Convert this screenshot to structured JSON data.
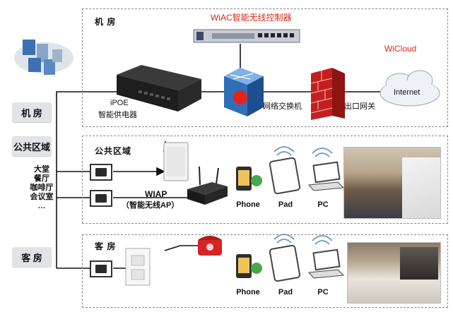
{
  "zones": {
    "machine_room": "机 房",
    "public_area": "公共区域",
    "guest_room": "客 房"
  },
  "sidebar": {
    "machine_room": "机 房",
    "public_area": "公共区域",
    "guest_room": "客 房",
    "areas": [
      "大堂",
      "餐厅",
      "咖啡厅",
      "会议室",
      "…"
    ]
  },
  "devices": {
    "controller": "WiAC智能无线控制器",
    "cloud_brand": "WiCloud",
    "internet": "Internet",
    "poe_line1": "iPOE",
    "poe_line2": "智能供电器",
    "switch": "网络交换机",
    "gateway": "出口网关",
    "ap_line1": "WIAP",
    "ap_line2": "（智能无线AP）"
  },
  "public_clients": [
    "Phone",
    "Pad",
    "PC"
  ],
  "guest_clients": [
    "Phone",
    "Pad",
    "PC"
  ],
  "colors": {
    "accent_red": "#e0261b",
    "switch_blue": "#2f6fb8",
    "line": "#111111",
    "dashed_border": "#8a8a8a"
  }
}
